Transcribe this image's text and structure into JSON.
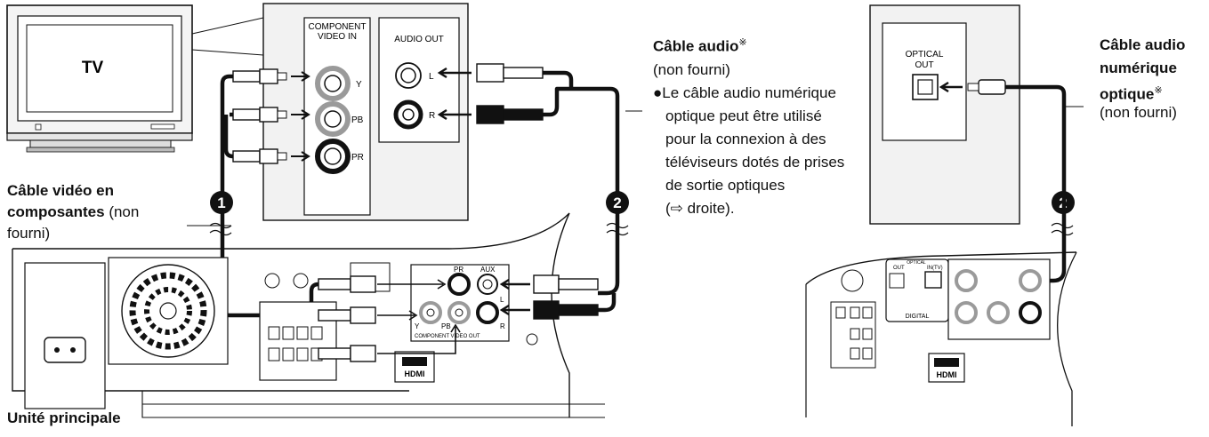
{
  "tv": {
    "label": "TV"
  },
  "tv_panel": {
    "component_title_1": "COMPONENT",
    "component_title_2": "VIDEO IN",
    "jack_y": "Y",
    "jack_pb": "PB",
    "jack_pr": "PR",
    "audio_title": "AUDIO OUT",
    "jack_l": "L",
    "jack_r": "R"
  },
  "optical_panel": {
    "line1": "OPTICAL",
    "line2": "OUT"
  },
  "labels": {
    "audio_cable_title": "Câble audio",
    "audio_cable_note": "※",
    "audio_cable_sub": "(non fourni)",
    "bullet_line1": "●Le câble audio numérique",
    "bullet_line2": "optique peut être utilisé",
    "bullet_line3": "pour la connexion à des",
    "bullet_line4": "téléviseurs dotés de prises",
    "bullet_line5": "de sortie optiques",
    "bullet_line6": "(⇨ droite).",
    "component_cable_1": "Câble vidéo en",
    "component_cable_2a": "composantes",
    "component_cable_2b": " (non",
    "component_cable_3": "fourni)",
    "main_unit": "Unité principale",
    "optical_cable_1": "Câble audio",
    "optical_cable_2": "numérique",
    "optical_cable_3": "optique",
    "optical_cable_note": "※",
    "optical_cable_4": "(non fourni)"
  },
  "markers": {
    "one": "1",
    "two": "2"
  },
  "unit_panel": {
    "jack_pr": "PR",
    "jack_aux": "AUX",
    "jack_l": "L",
    "jack_y": "Y",
    "jack_pb": "PB",
    "jack_r": "R",
    "component_video_out": "COMPONENT  VIDEO OUT",
    "hdmi": "HDMI"
  },
  "unit_panel_right": {
    "optical": "OPTICAL",
    "out": "OUT",
    "in_tv": "IN(TV)",
    "digital": "DIGITAL",
    "hdmi": "HDMI"
  },
  "colors": {
    "line": "#111111",
    "jack_gray": "#9a9a9a",
    "panel_bg": "#f2f2f2"
  }
}
